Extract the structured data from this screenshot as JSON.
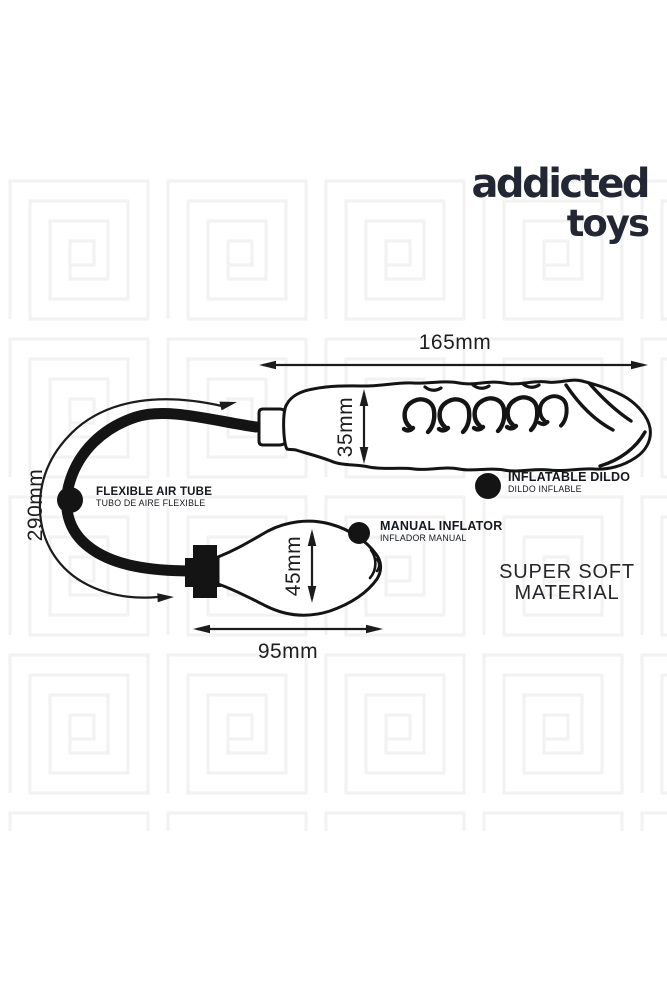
{
  "brand": {
    "name_line1": "addicted",
    "name_line2": "toys",
    "color": "#232734"
  },
  "dimensions": {
    "overall_length": "165mm",
    "shaft_diameter": "35mm",
    "air_tube_length": "290mm",
    "pump_bulb_diameter": "45mm",
    "pump_bulb_length": "95mm"
  },
  "callouts": {
    "air_tube": {
      "label_en": "FLEXIBLE AIR TUBE",
      "label_es": "TUBO DE AIRE FLEXIBLE"
    },
    "dildo": {
      "label_en": "INFLATABLE DILDO",
      "label_es": "DILDO INFLABLE"
    },
    "inflator": {
      "label_en": "MANUAL INFLATOR",
      "label_es": "INFLADOR MANUAL"
    }
  },
  "notes": {
    "material_line1": "SUPER SOFT",
    "material_line2": "MATERIAL"
  },
  "colors": {
    "ink": "#141414",
    "background": "#ffffff",
    "pattern": "#f2f2f2"
  }
}
